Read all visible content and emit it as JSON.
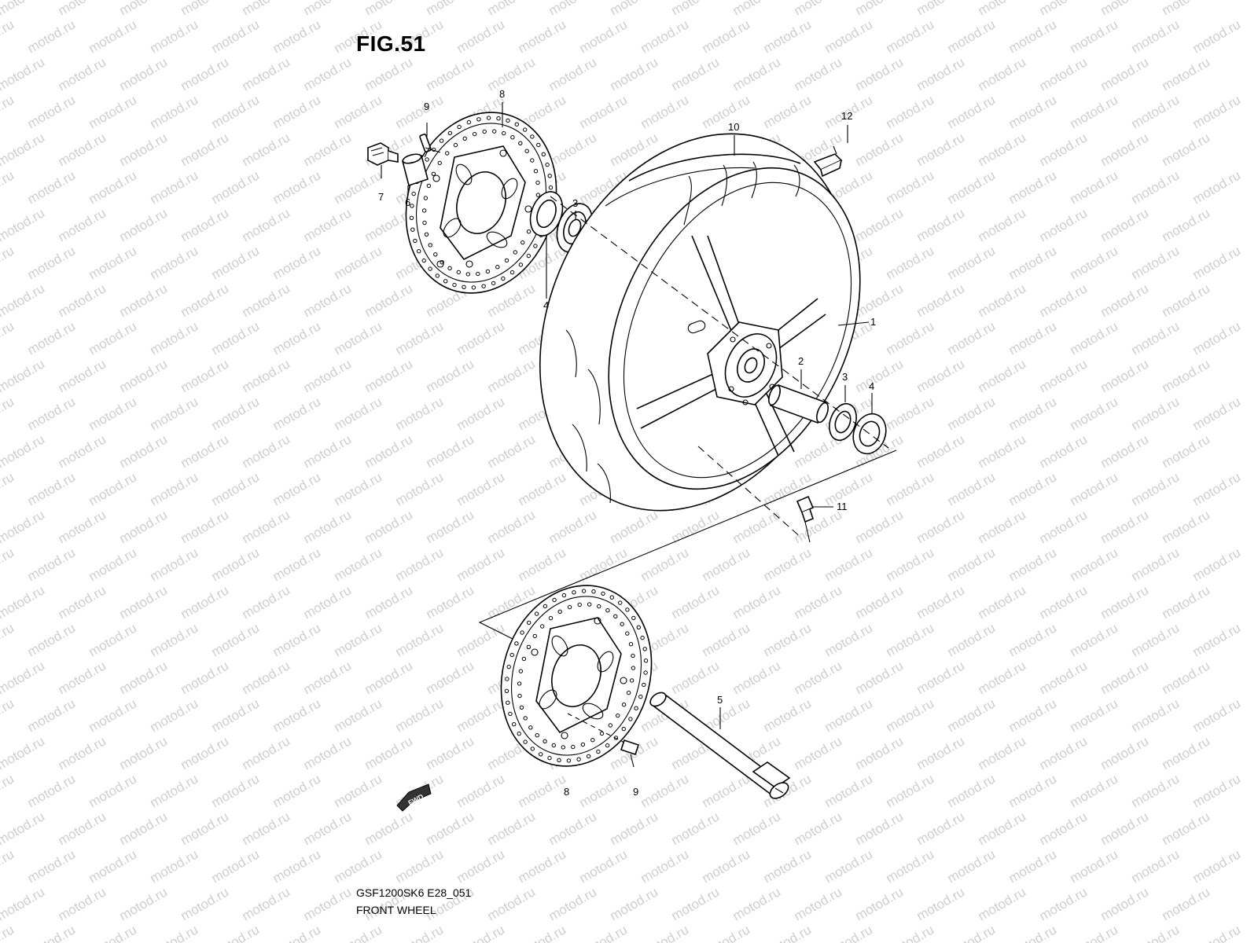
{
  "figure": {
    "title": "FIG.51",
    "code": "GSF1200SK6 E28_051",
    "name": "FRONT WHEEL"
  },
  "watermark": "motod.ru",
  "direction_marker": "FWD",
  "callouts": [
    {
      "id": "c1",
      "label": "1"
    },
    {
      "id": "c2",
      "label": "2"
    },
    {
      "id": "c3a",
      "label": "3"
    },
    {
      "id": "c3b",
      "label": "3"
    },
    {
      "id": "c4a",
      "label": "4"
    },
    {
      "id": "c4b",
      "label": "4"
    },
    {
      "id": "c5",
      "label": "5"
    },
    {
      "id": "c6",
      "label": "6"
    },
    {
      "id": "c7",
      "label": "7"
    },
    {
      "id": "c8a",
      "label": "8"
    },
    {
      "id": "c8b",
      "label": "8"
    },
    {
      "id": "c9a",
      "label": "9"
    },
    {
      "id": "c9b",
      "label": "9"
    },
    {
      "id": "c10",
      "label": "10"
    },
    {
      "id": "c11",
      "label": "11"
    },
    {
      "id": "c12",
      "label": "12"
    }
  ]
}
